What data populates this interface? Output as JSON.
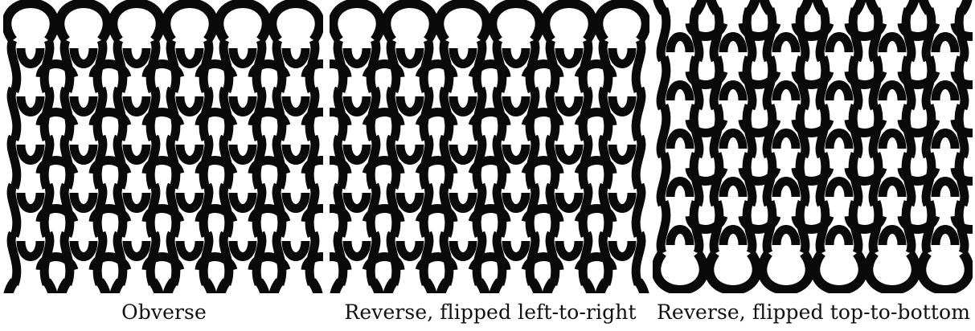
{
  "figure": {
    "panels": [
      {
        "id": "obverse",
        "caption": "Obverse",
        "orientation": "normal"
      },
      {
        "id": "reverse-lr",
        "caption": "Reverse, flipped left-to-right",
        "orientation": "flip-left-right"
      },
      {
        "id": "reverse-tb",
        "caption": "Reverse, flipped top-to-bottom",
        "orientation": "flip-top-bottom"
      }
    ],
    "pattern": {
      "columns": 6,
      "stitch_rows": 5
    },
    "colors": {
      "strand": "#0a0a0a",
      "background": "#ffffff"
    }
  }
}
